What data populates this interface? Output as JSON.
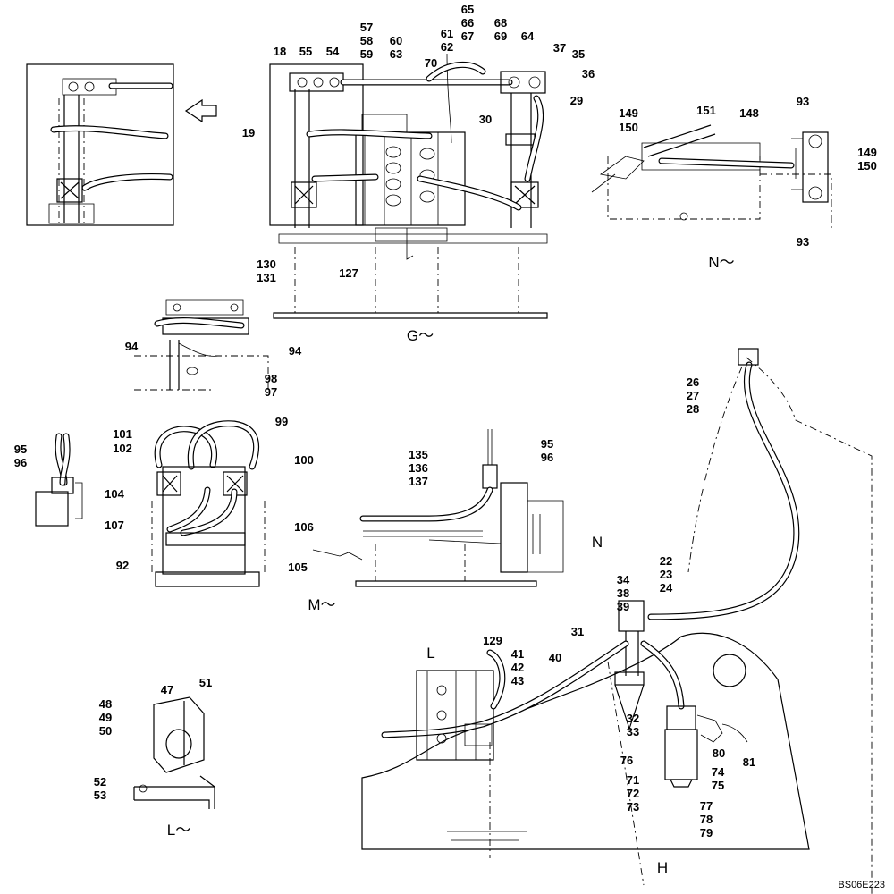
{
  "drawing_code": "BS06E223",
  "view_labels": [
    "G～",
    "N～",
    "M～",
    "L～",
    "H",
    "N",
    "L"
  ],
  "callouts": [
    "65",
    "66",
    "68",
    "67",
    "69",
    "57",
    "58",
    "59",
    "60",
    "63",
    "61",
    "62",
    "64",
    "18",
    "55",
    "54",
    "70",
    "37",
    "35",
    "36",
    "29",
    "30",
    "19",
    "149",
    "150",
    "151",
    "148",
    "93",
    "149",
    "150",
    "93",
    "130",
    "131",
    "127",
    "94",
    "94",
    "98",
    "97",
    "99",
    "101",
    "102",
    "100",
    "95",
    "96",
    "104",
    "107",
    "106",
    "105",
    "92",
    "135",
    "136",
    "137",
    "95",
    "96",
    "26",
    "27",
    "28",
    "22",
    "23",
    "24",
    "34",
    "38",
    "39",
    "31",
    "40",
    "129",
    "41",
    "42",
    "43",
    "32",
    "33",
    "80",
    "81",
    "76",
    "71",
    "72",
    "73",
    "74",
    "75",
    "77",
    "78",
    "79",
    "47",
    "51",
    "48",
    "49",
    "50",
    "52",
    "53"
  ]
}
